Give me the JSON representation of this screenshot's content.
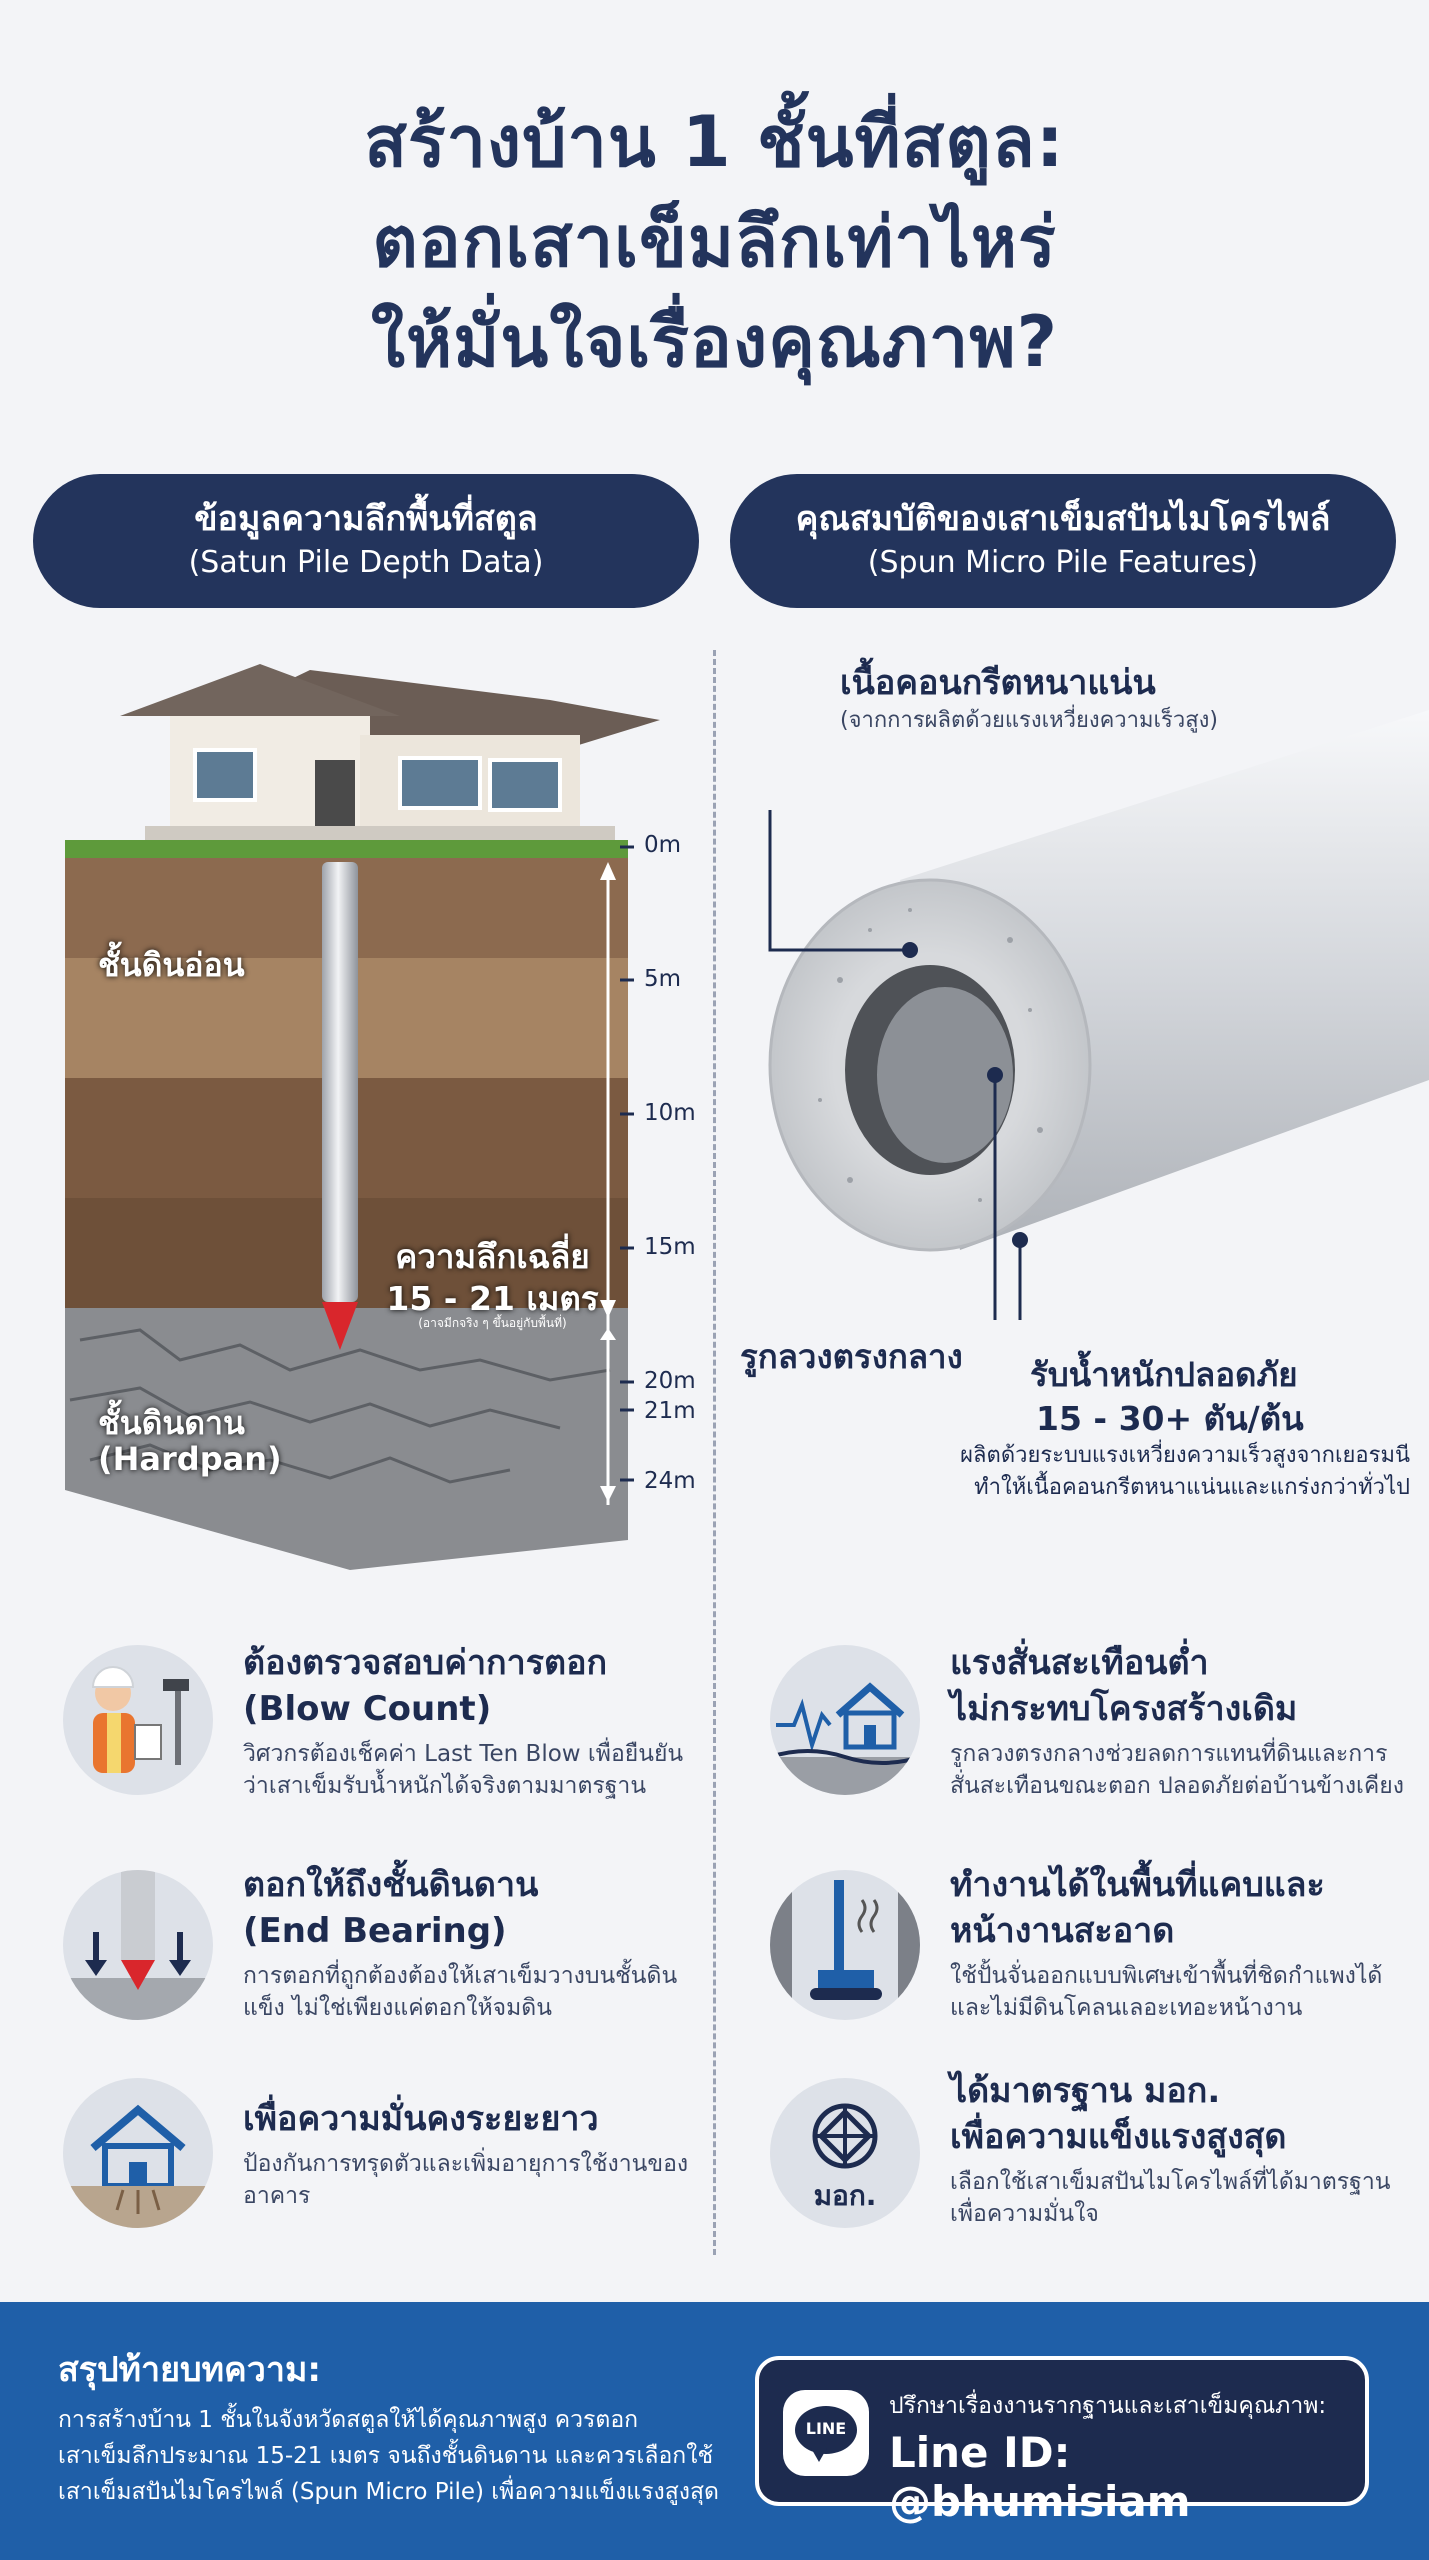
{
  "title": {
    "line1": "สร้างบ้าน 1 ชั้นที่สตูล:",
    "line2": "ตอกเสาเข็มลึกเท่าไหร่",
    "line3": "ให้มั่นใจเรื่องคุณภาพ?"
  },
  "left_header": {
    "th": "ข้อมูลความลึกพื้นที่สตูล",
    "en": "(Satun Pile Depth Data)"
  },
  "right_header": {
    "th": "คุณสมบัติของเสาเข็มสปันไมโครไพล์",
    "en": "(Spun Micro Pile Features)"
  },
  "soil": {
    "soft_layer": "ชั้นดินอ่อน",
    "hard_layer_th": "ชั้นดินดาน",
    "hard_layer_en": "(Hardpan)",
    "avg_label": "ความลึกเฉลี่ย",
    "avg_value": "15 - 21 เมตร",
    "avg_note": "(อาจมีกจริง ๆ ขึ้นอยู่กับพื้นที่)",
    "depths": [
      "0m",
      "5m",
      "10m",
      "15m",
      "20m",
      "21m",
      "24m"
    ]
  },
  "pile_diagram": {
    "concrete_title": "เนื้อคอนกรีตหนาแน่น",
    "concrete_sub": "(จากการผลิตด้วยแรงเหวี่ยงความเร็วสูง)",
    "hole_label": "รูกลวงตรงกลาง",
    "load_title": "รับน้ำหนักปลอดภัย",
    "load_value": "15 - 30+ ตัน/ต้น",
    "desc_line1": "ผลิตด้วยระบบแรงเหวี่ยงความเร็วสูงจากเยอรมนี",
    "desc_line2": "ทำให้เนื้อคอนกรีตหนาแน่นและแกร่งกว่าทั่วไป"
  },
  "left_features": [
    {
      "title1": "ต้องตรวจสอบค่าการตอก",
      "title2": "(Blow Count)",
      "desc": "วิศวกรต้องเช็คค่า Last Ten Blow เพื่อยืนยันว่าเสาเข็มรับน้ำหนักได้จริงตามมาตรฐาน",
      "icon": "engineer-icon"
    },
    {
      "title1": "ตอกให้ถึงชั้นดินดาน",
      "title2": "(End Bearing)",
      "desc": "การตอกที่ถูกต้องต้องให้เสาเข็มวางบนชั้นดินแข็ง ไม่ใช่เพียงแค่ตอกให้จมดิน",
      "icon": "end-bearing-icon"
    },
    {
      "title1": "เพื่อความมั่นคงระยะยาว",
      "title2": "",
      "desc": "ป้องกันการทรุดตัวและเพิ่มอายุการใช้งานของอาคาร",
      "icon": "house-foundation-icon"
    }
  ],
  "right_features": [
    {
      "title1": "แรงสั่นสะเทือนต่ำ",
      "title2": "ไม่กระทบโครงสร้างเดิม",
      "desc": "รูกลวงตรงกลางช่วยลดการแทนที่ดินและการสั่นสะเทือนขณะตอก ปลอดภัยต่อบ้านข้างเคียง",
      "icon": "vibration-house-icon"
    },
    {
      "title1": "ทำงานได้ในพื้นที่แคบและ",
      "title2": "หน้างานสะอาด",
      "desc": "ใช้ปั้นจั่นออกแบบพิเศษเข้าพื้นที่ชิดกำแพงได้และไม่มีดินโคลนเลอะเทอะหน้างาน",
      "icon": "pile-rig-icon"
    },
    {
      "title1": "ได้มาตรฐาน มอก.",
      "title2": "เพื่อความแข็งแรงสูงสุด",
      "desc": "เลือกใช้เสาเข็มสปันไมโครไพล์ที่ได้มาตรฐานเพื่อความมั่นใจ",
      "icon": "tis-standard-icon",
      "badge": "มอก."
    }
  ],
  "footer": {
    "summary_title": "สรุปท้ายบทความ:",
    "summary_line1": "การสร้างบ้าน 1 ชั้นในจังหวัดสตูลให้ได้คุณภาพสูง ควรตอก",
    "summary_line2": "เสาเข็มลึกประมาณ 15-21 เมตร จนถึงชั้นดินดาน และควรเลือกใช้",
    "summary_line3": "เสาเข็มสปันไมโครไพล์ (Spun Micro Pile) เพื่อความแข็งแรงสูงสุด",
    "line_logo_text": "LINE",
    "line_sub": "ปรึกษาเรื่องงานรากฐานและเสาเข็มคุณภาพ:",
    "line_id": "Line ID: @bhumisiam"
  },
  "colors": {
    "navy": "#23345c",
    "blue": "#1f5fa8",
    "red": "#d9262c",
    "background": "#f3f4f7"
  }
}
